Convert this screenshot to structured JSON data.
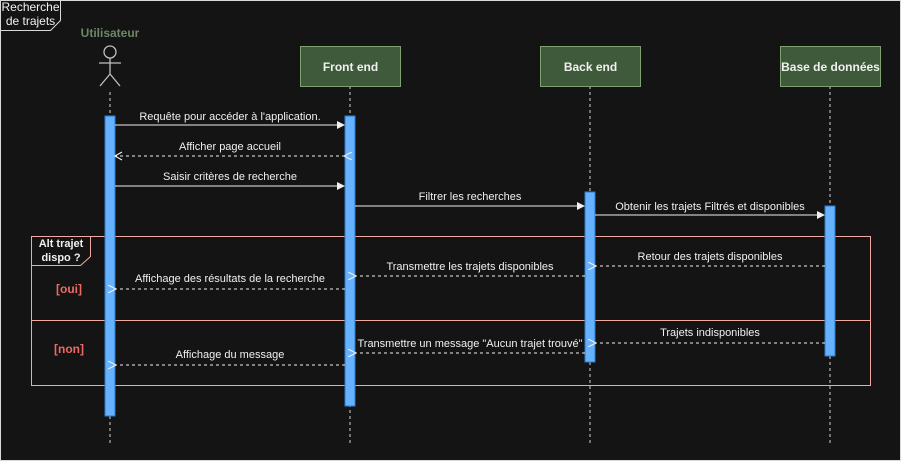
{
  "frame": {
    "title": "Recherche de trajets"
  },
  "actor": {
    "name": "Utilisateur"
  },
  "participants": [
    "Front end",
    "Back end",
    "Base de données"
  ],
  "messages": {
    "m1": "Requête pour accéder à l'application.",
    "m2": "Afficher page accueil",
    "m3": "Saisir critères de recherche",
    "m4": "Filtrer les recherches",
    "m5": "Obtenir les trajets Filtrés et disponibles",
    "m6": "Retour des trajets disponibles",
    "m7": "Transmettre les trajets disponibles",
    "m8": "Affichage des résultats de la recherche",
    "m9": "Trajets indisponibles",
    "m10": "Transmettre un message \"Aucun trajet trouvé\"",
    "m11": "Affichage du message"
  },
  "alt": {
    "label": "Alt trajet dispo ?",
    "guard_yes": "[oui]",
    "guard_no": "[non]"
  },
  "colors": {
    "background": "#141414",
    "participant_fill": "#3f5a3a",
    "participant_stroke": "#7fa070",
    "activation": "#66b2ff",
    "alt_border": "#f4a9a0",
    "guard_text": "#ea6b66",
    "actor_label": "#6d8764"
  }
}
